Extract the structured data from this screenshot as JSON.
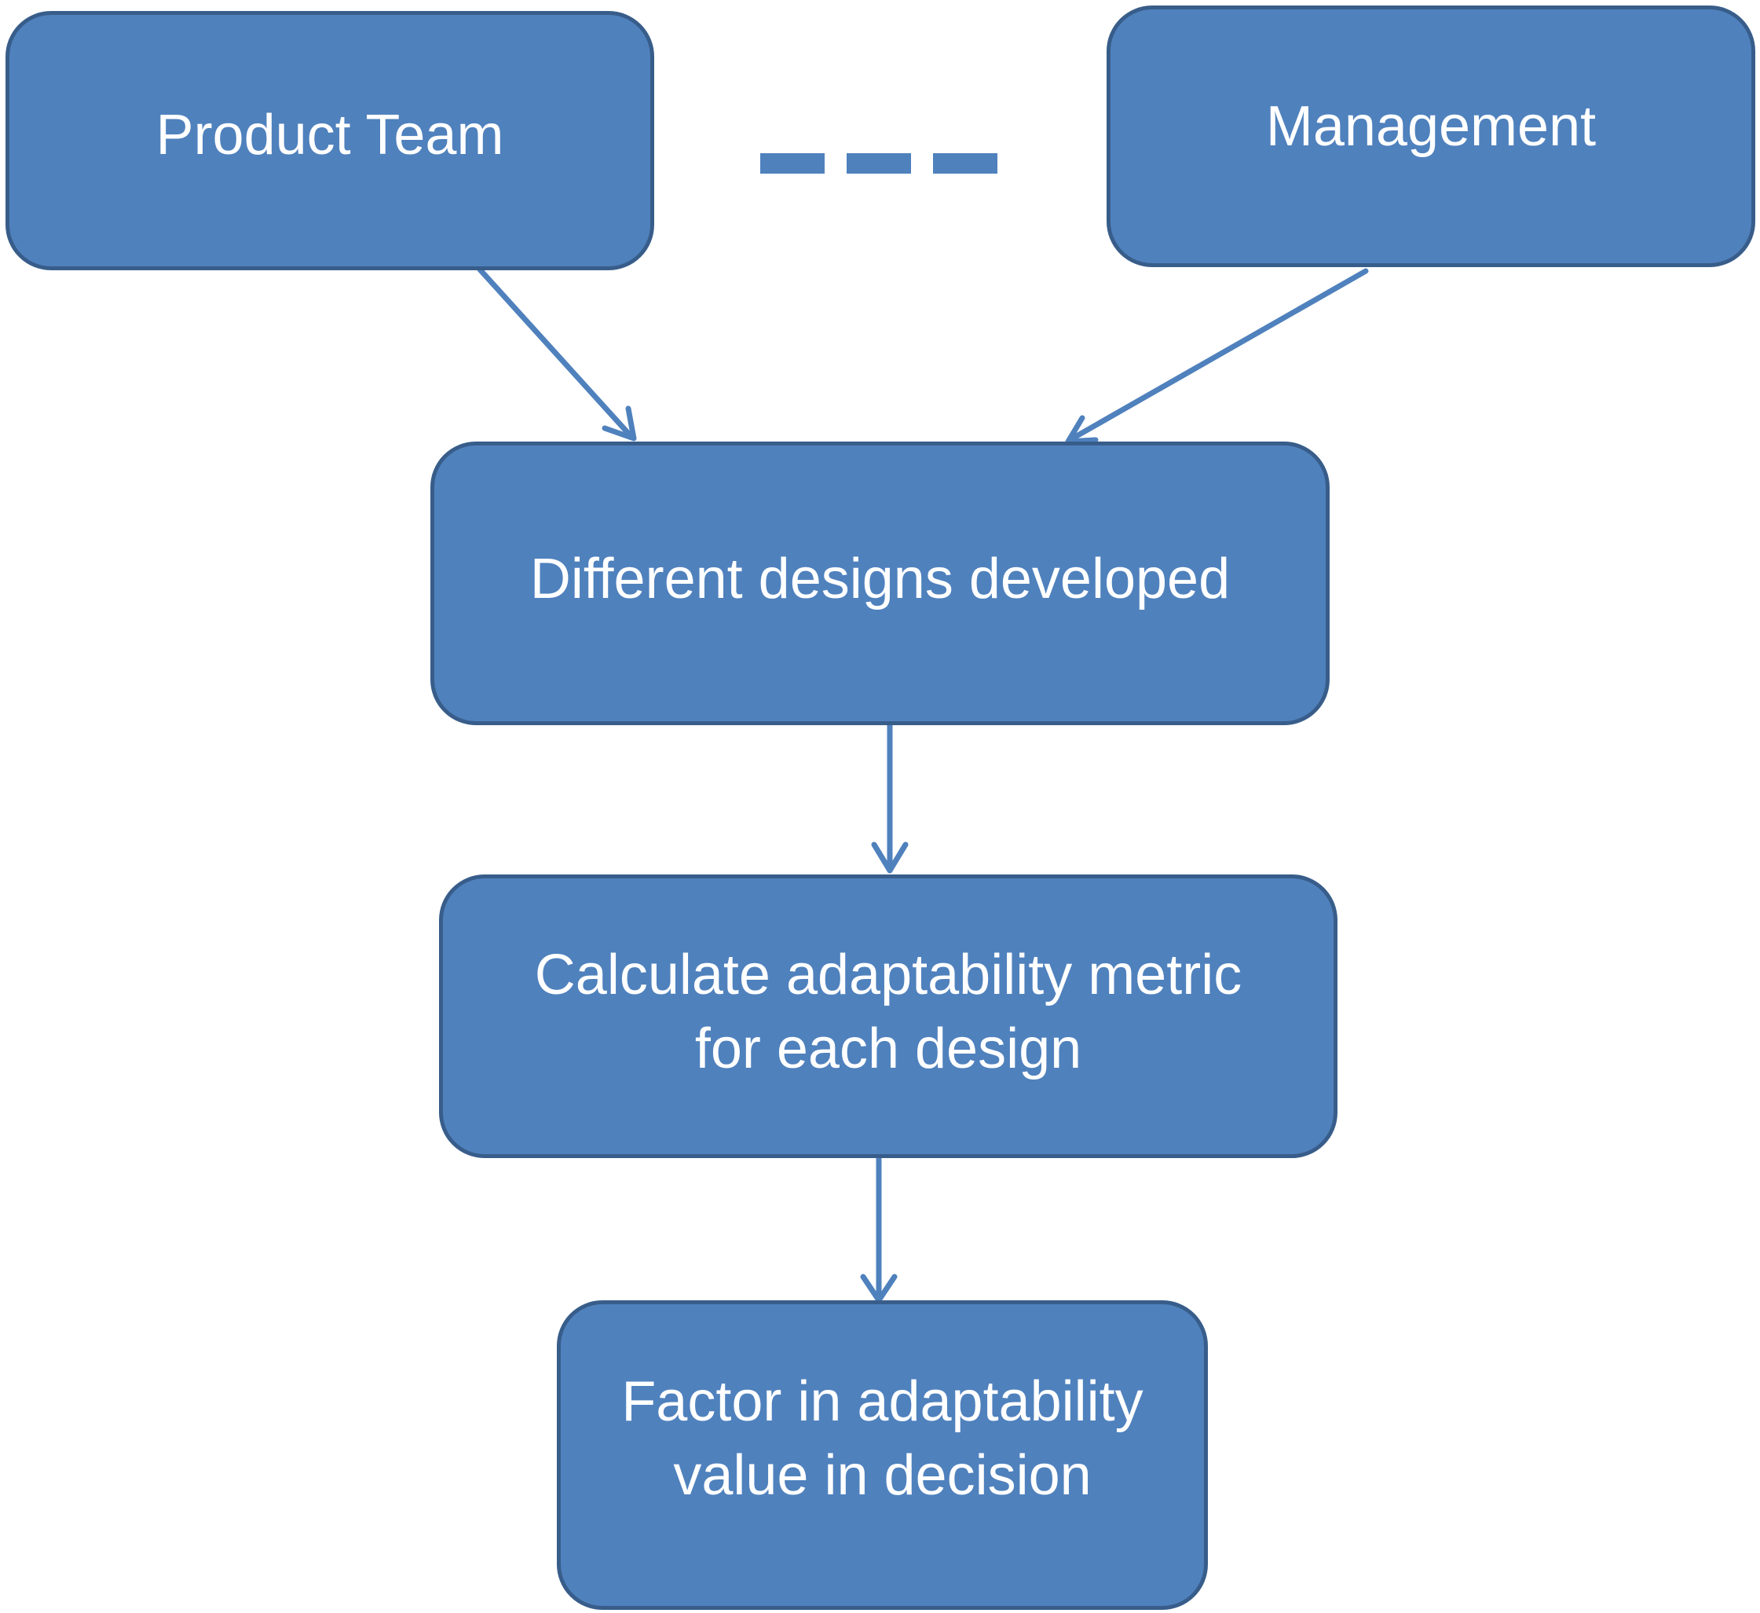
{
  "diagram": {
    "colors": {
      "node_fill": "#4F81BD",
      "node_border": "#385D8A",
      "connector": "#4F81BD",
      "text": "#FFFFFF"
    },
    "nodes": {
      "product_team": "Product Team",
      "management": "Management",
      "designs": "Different designs developed",
      "calculate": "Calculate adaptability metric\nfor each design",
      "factor": "Factor in adaptability\nvalue in decision"
    },
    "ellipsis_icon": "horizontal-dashes-ellipsis",
    "edges": [
      {
        "from": "product_team",
        "to": "designs"
      },
      {
        "from": "management",
        "to": "designs"
      },
      {
        "from": "designs",
        "to": "calculate"
      },
      {
        "from": "calculate",
        "to": "factor"
      }
    ]
  }
}
